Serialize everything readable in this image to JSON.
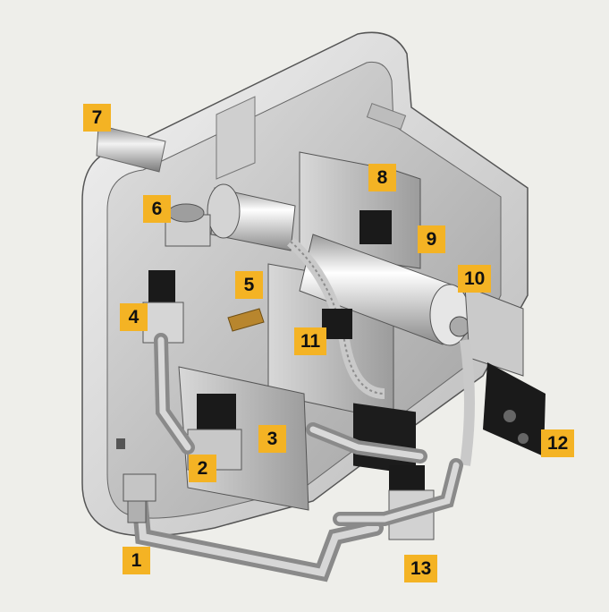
{
  "callouts": [
    {
      "id": "1",
      "label": "1"
    },
    {
      "id": "2",
      "label": "2"
    },
    {
      "id": "3",
      "label": "3"
    },
    {
      "id": "4",
      "label": "4"
    },
    {
      "id": "5",
      "label": "5"
    },
    {
      "id": "6",
      "label": "6"
    },
    {
      "id": "7",
      "label": "7"
    },
    {
      "id": "8",
      "label": "8"
    },
    {
      "id": "9",
      "label": "9"
    },
    {
      "id": "10",
      "label": "10"
    },
    {
      "id": "11",
      "label": "11"
    },
    {
      "id": "12",
      "label": "12"
    },
    {
      "id": "13",
      "label": "13"
    }
  ],
  "colors": {
    "background": "#eeeeea",
    "callout": "#f4b324",
    "housing": "#dcdcdc",
    "metal": "#b8b8b8",
    "dark": "#1a1a1a",
    "brass": "#b8862e"
  }
}
